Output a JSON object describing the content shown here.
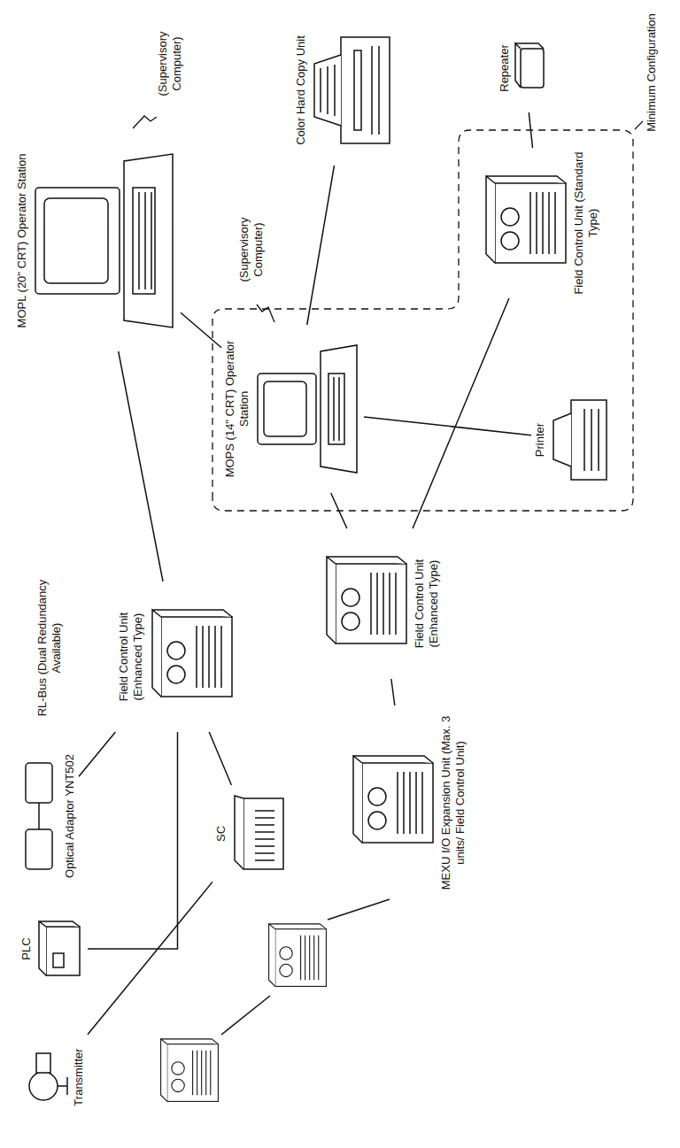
{
  "diagram": {
    "nodes": [
      {
        "text": [
          "MOPL (20\" CRT) Operator Station"
        ]
      },
      {
        "text": [
          "MOPS (14\" CRT) Operator Station"
        ]
      },
      {
        "text": [
          "Color Hard Copy Unit"
        ]
      },
      {
        "text": [
          "Printer"
        ]
      },
      {
        "text": [
          "Repeater"
        ]
      },
      {
        "text": [
          "Field Control Unit (Standard Type)"
        ]
      },
      {
        "text": [
          "Field Control Unit (Enhanced Type)"
        ]
      },
      {
        "text": [
          "Field Control Unit (Enhanced Type)"
        ]
      },
      {
        "text": [
          "Optical Adaptor YNT502"
        ]
      },
      {
        "text": [
          "SC"
        ]
      },
      {
        "text": [
          "MEXU I/O Expansion Unit (Max. 3 units/ Field Control Unit)"
        ]
      },
      {
        "text": [
          "PLC"
        ]
      },
      {
        "text": [
          "Transmitter"
        ]
      }
    ],
    "edges": [
      {
        "from": 8,
        "to": 7,
        "arrow": "none"
      },
      {
        "from": 7,
        "to": 0,
        "arrow": "none"
      },
      {
        "from": 0,
        "to": 1,
        "arrow": "none"
      },
      {
        "from": 1,
        "to": 6,
        "arrow": "none"
      },
      {
        "from": 6,
        "to": 5,
        "arrow": "none"
      },
      {
        "from": 5,
        "to": 4,
        "arrow": "none"
      },
      {
        "from": 1,
        "to": 2,
        "arrow": "none"
      },
      {
        "from": 1,
        "to": 3,
        "arrow": "none"
      },
      {
        "from": 7,
        "to": 11,
        "arrow": "none"
      },
      {
        "from": 7,
        "to": 9,
        "arrow": "none"
      },
      {
        "from": 9,
        "to": 12,
        "arrow": "none"
      },
      {
        "from": 6,
        "to": 10,
        "arrow": "none"
      }
    ],
    "labels": [
      "(Supervisory Computer)",
      "(Supervisory Computer)",
      "RL-Bus (Dual Redundancy Available)",
      "Minimum Configuration"
    ]
  }
}
